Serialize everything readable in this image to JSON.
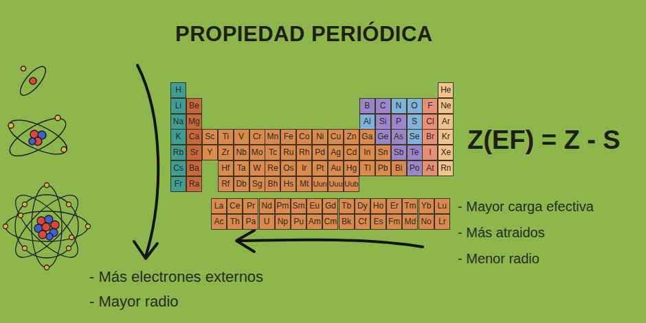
{
  "diagram": {
    "title": "PROPIEDAD PERIÓDICA",
    "labels": [
      "H",
      "He",
      "Li",
      "Be",
      "B",
      "C",
      "N",
      "O",
      "F",
      "Ne",
      "Na",
      "Mg",
      "Al",
      "Si",
      "P",
      "S",
      "Cl",
      "Ar",
      "K",
      "Ca",
      "Sc",
      "Ti",
      "V",
      "Cr",
      "Mn",
      "Fe",
      "Co",
      "Ni",
      "Cu",
      "Zn",
      "Ga",
      "Ge",
      "As",
      "Se",
      "Br",
      "Kr",
      "Rb",
      "Sr",
      "Y",
      "Zr",
      "Nb",
      "Mo",
      "Tc",
      "Ru",
      "Rh",
      "Pd",
      "Ag",
      "Cd",
      "In",
      "Sn",
      "Sb",
      "Te",
      "I",
      "Xe",
      "Cs",
      "Ba",
      "Hf",
      "Ta",
      "W",
      "Re",
      "Os",
      "Ir",
      "Pt",
      "Au",
      "Hg",
      "Tl",
      "Pb",
      "Bi",
      "Po",
      "At",
      "Rn",
      "Fr",
      "Ra",
      "Rf",
      "Db",
      "Sg",
      "Bh",
      "Hs",
      "Mt",
      "Uun",
      "Uuu",
      "Uub",
      "La",
      "Ce",
      "Pr",
      "Nd",
      "Pm",
      "Sm",
      "Eu",
      "Gd",
      "Tb",
      "Dy",
      "Ho",
      "Er",
      "Tm",
      "Yb",
      "Lu",
      "Ac",
      "Th",
      "Pa",
      "U",
      "Np",
      "Pu",
      "Am",
      "Cm",
      "Bk",
      "Cf",
      "Es",
      "Fm",
      "Md",
      "No",
      "Lr",
      "Z(EF) = Z - S",
      "- Mayor carga efectiva",
      "- Más atraidos",
      "- Menor radio",
      "- Más electrones externos",
      "- Mayor radio"
    ]
  }
}
